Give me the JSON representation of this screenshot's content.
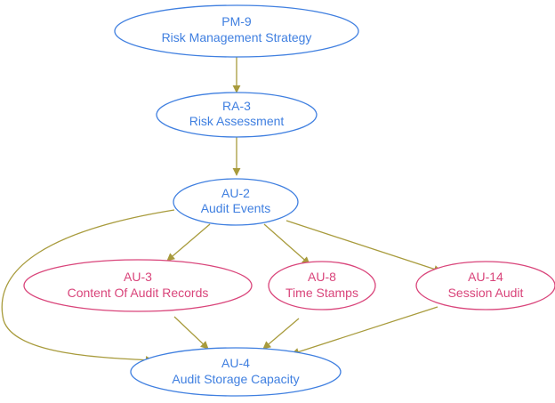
{
  "colors": {
    "primary_node": "#3f7fe0",
    "secondary_node": "#d9447a",
    "edge": "#a89b3c"
  },
  "nodes": {
    "pm9": {
      "id": "PM-9",
      "label": "Risk Management Strategy",
      "kind": "primary"
    },
    "ra3": {
      "id": "RA-3",
      "label": "Risk Assessment",
      "kind": "primary"
    },
    "au2": {
      "id": "AU-2",
      "label": "Audit Events",
      "kind": "primary"
    },
    "au3": {
      "id": "AU-3",
      "label": "Content Of Audit Records",
      "kind": "secondary"
    },
    "au8": {
      "id": "AU-8",
      "label": "Time Stamps",
      "kind": "secondary"
    },
    "au14": {
      "id": "AU-14",
      "label": "Session Audit",
      "kind": "secondary"
    },
    "au4": {
      "id": "AU-4",
      "label": "Audit Storage Capacity",
      "kind": "primary"
    }
  },
  "edges": [
    {
      "from": "PM-9",
      "to": "RA-3"
    },
    {
      "from": "RA-3",
      "to": "AU-2"
    },
    {
      "from": "AU-2",
      "to": "AU-3"
    },
    {
      "from": "AU-2",
      "to": "AU-8"
    },
    {
      "from": "AU-2",
      "to": "AU-14"
    },
    {
      "from": "AU-2",
      "to": "AU-4"
    },
    {
      "from": "AU-3",
      "to": "AU-4"
    },
    {
      "from": "AU-8",
      "to": "AU-4"
    },
    {
      "from": "AU-14",
      "to": "AU-4"
    }
  ]
}
